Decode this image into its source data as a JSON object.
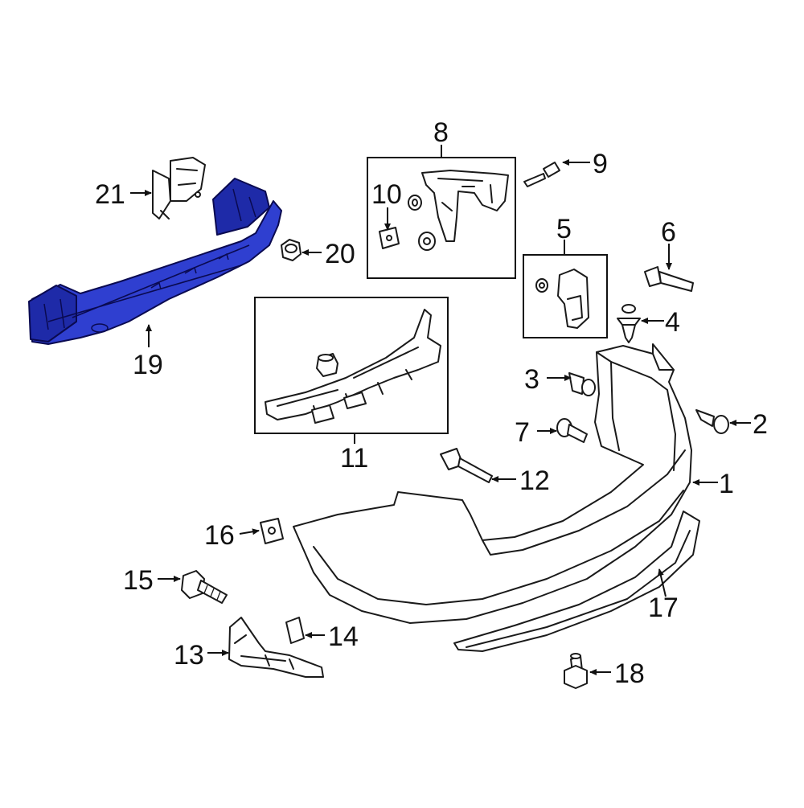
{
  "colors": {
    "highlight": "#2f3fd0",
    "highlight_dark": "#1e2aa8",
    "line": "#1a1a1a",
    "background": "#ffffff"
  },
  "callouts": {
    "c1": "1",
    "c2": "2",
    "c3": "3",
    "c4": "4",
    "c5": "5",
    "c6": "6",
    "c7": "7",
    "c8": "8",
    "c9": "9",
    "c10": "10",
    "c11": "11",
    "c12": "12",
    "c13": "13",
    "c14": "14",
    "c15": "15",
    "c16": "16",
    "c17": "17",
    "c18": "18",
    "c19": "19",
    "c20": "20",
    "c21": "21"
  }
}
